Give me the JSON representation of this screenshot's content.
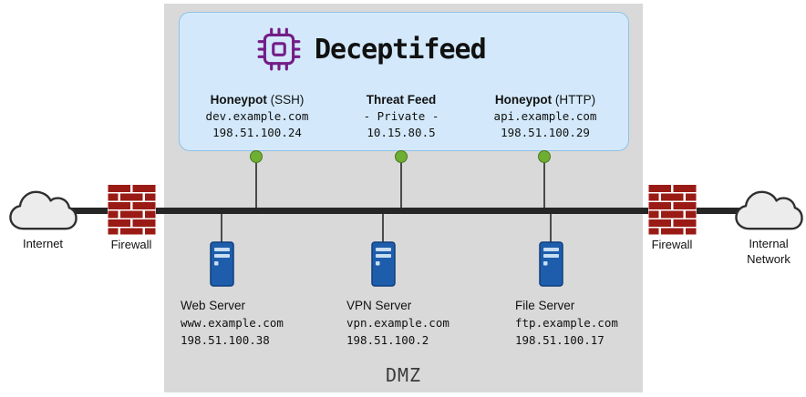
{
  "diagram": {
    "title": "Deceptifeed",
    "zone_label": "DMZ",
    "internet_label": "Internet",
    "internal_label": "Internal Network",
    "firewall_left_label": "Firewall",
    "firewall_right_label": "Firewall",
    "feed_nodes": [
      {
        "label_bold": "Honeypot",
        "label_rest": " (SSH)",
        "host": "dev.example.com",
        "ip": "198.51.100.24"
      },
      {
        "label_bold": "Threat Feed",
        "label_rest": "",
        "host": "- Private -",
        "ip": "10.15.80.5"
      },
      {
        "label_bold": "Honeypot",
        "label_rest": " (HTTP)",
        "host": "api.example.com",
        "ip": "198.51.100.29"
      }
    ],
    "servers": [
      {
        "name": "Web Server",
        "host": "www.example.com",
        "ip": "198.51.100.38"
      },
      {
        "name": "VPN Server",
        "host": "vpn.example.com",
        "ip": "198.51.100.2"
      },
      {
        "name": "File Server",
        "host": "ftp.example.com",
        "ip": "198.51.100.17"
      }
    ],
    "colors": {
      "dmz_bg": "#d9d9d9",
      "panel_bg": "#d3e9fb",
      "panel_border": "#8fc1e7",
      "chip_purple": "#731d87",
      "dot_green": "#6dae33",
      "server_blue": "#1d5dab",
      "firewall_red": "#9a1b15",
      "backbone": "#262626"
    }
  }
}
